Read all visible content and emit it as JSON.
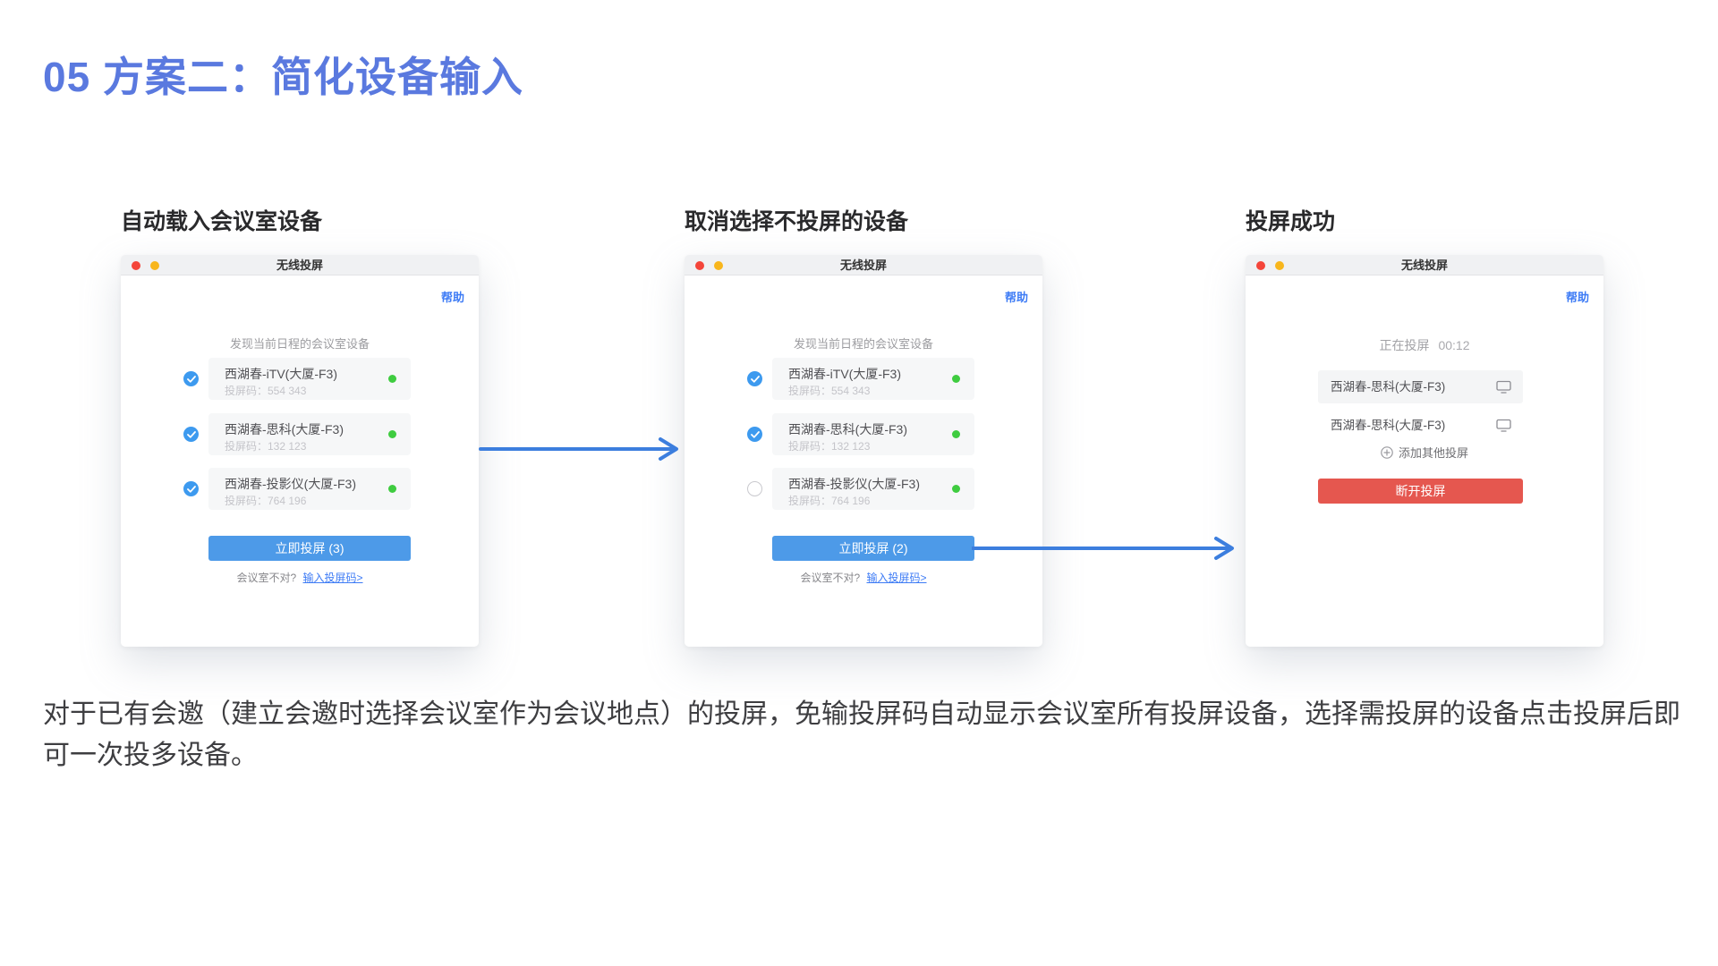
{
  "page": {
    "title": "05 方案二：简化设备输入",
    "description": "对于已有会邀（建立会邀时选择会议室作为会议地点）的投屏，免输投屏码自动显示会议室所有投屏设备，选择需投屏的设备点击投屏后即可一次投多设备。"
  },
  "colors": {
    "title_blue": "#5A79DF",
    "button_blue": "#4D9AE8",
    "checkbox_blue": "#3D9AEF",
    "link_blue": "#3D7BF5",
    "arrow_blue": "#3C7EDE",
    "online_green": "#3FCC40",
    "danger_red": "#E5574F"
  },
  "panels": [
    {
      "label": "自动载入会议室设备",
      "window_title": "无线投屏",
      "help_label": "帮助",
      "subtitle": "发现当前日程的会议室设备",
      "devices": [
        {
          "name": "西湖春-iTV(大厦-F3)",
          "code": "投屏码：554 343",
          "checked": true,
          "online": true
        },
        {
          "name": "西湖春-思科(大厦-F3)",
          "code": "投屏码：132 123",
          "checked": true,
          "online": true
        },
        {
          "name": "西湖春-投影仪(大厦-F3)",
          "code": "投屏码：764 196",
          "checked": true,
          "online": true
        }
      ],
      "button_label": "立即投屏 (3)",
      "footer_question": "会议室不对?",
      "footer_link": "输入投屏码>"
    },
    {
      "label": "取消选择不投屏的设备",
      "window_title": "无线投屏",
      "help_label": "帮助",
      "subtitle": "发现当前日程的会议室设备",
      "devices": [
        {
          "name": "西湖春-iTV(大厦-F3)",
          "code": "投屏码：554 343",
          "checked": true,
          "online": true
        },
        {
          "name": "西湖春-思科(大厦-F3)",
          "code": "投屏码：132 123",
          "checked": true,
          "online": true
        },
        {
          "name": "西湖春-投影仪(大厦-F3)",
          "code": "投屏码：764 196",
          "checked": false,
          "online": true
        }
      ],
      "button_label": "立即投屏 (2)",
      "footer_question": "会议室不对?",
      "footer_link": "输入投屏码>"
    },
    {
      "label": "投屏成功",
      "window_title": "无线投屏",
      "help_label": "帮助",
      "status_label": "正在投屏",
      "status_time": "00:12",
      "casting": [
        {
          "name": "西湖春-思科(大厦-F3)"
        },
        {
          "name": "西湖春-思科(大厦-F3)"
        }
      ],
      "add_label": "添加其他投屏",
      "button_label": "断开投屏"
    }
  ]
}
